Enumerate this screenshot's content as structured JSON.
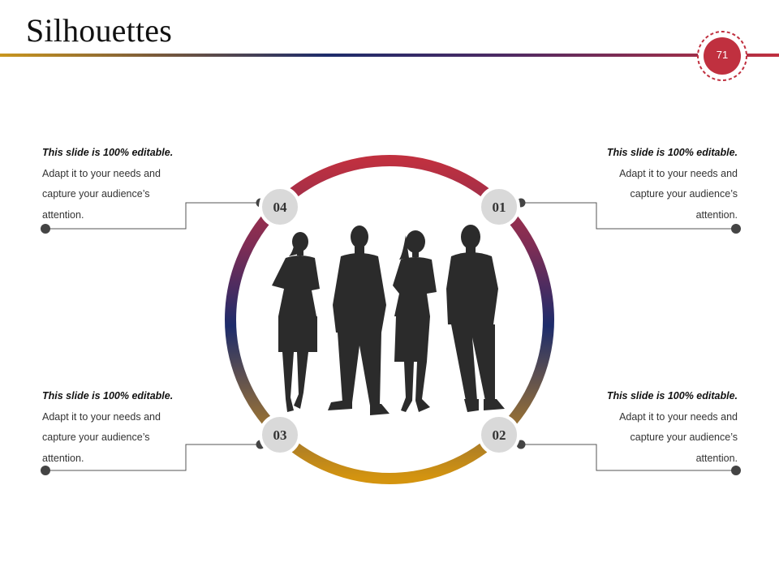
{
  "slide": {
    "title": "Silhouettes",
    "page_number": "71"
  },
  "colors": {
    "accent_red": "#c0303f",
    "accent_navy": "#1d2c6b",
    "accent_gold": "#d4940f",
    "silhouette": "#2b2b2b",
    "marker_grey": "#d9d9d9",
    "connector": "#555555"
  },
  "steps": [
    {
      "number": "01",
      "heading": "This slide  is  100% editable.",
      "body": [
        "Adapt it to your needs and",
        "capture your audience’s",
        "attention."
      ]
    },
    {
      "number": "02",
      "heading": "This slide  is  100% editable.",
      "body": [
        "Adapt it to your needs and",
        "capture your audience’s",
        "attention."
      ]
    },
    {
      "number": "03",
      "heading": "This slide  is  100% editable.",
      "body": [
        "Adapt it to your needs and",
        "capture your audience’s",
        "attention."
      ]
    },
    {
      "number": "04",
      "heading": "This slide  is  100% editable.",
      "body": [
        "Adapt it to your needs and",
        "capture your audience’s",
        "attention."
      ]
    }
  ],
  "image": {
    "icon": "business-team-silhouette-icon"
  }
}
